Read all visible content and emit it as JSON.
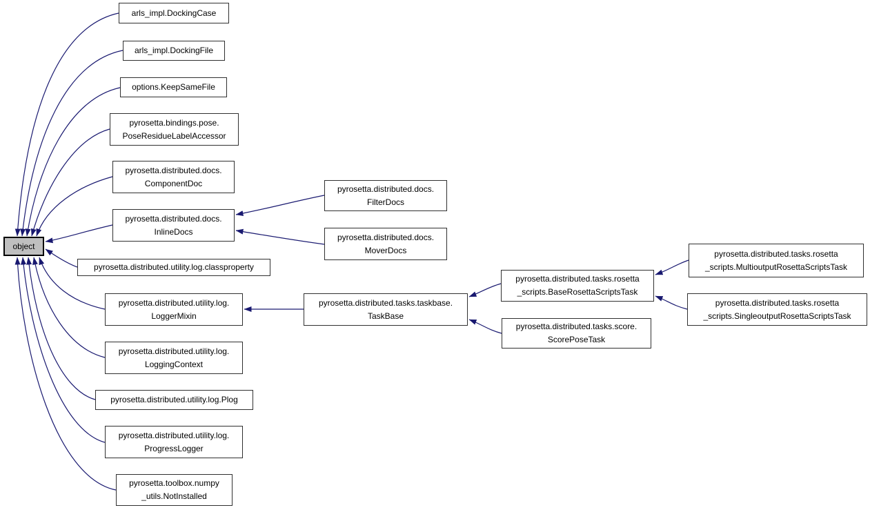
{
  "diagram": {
    "type": "inheritance-graph",
    "colors": {
      "edge_color": "#191970",
      "node_border": "#2f2f2f",
      "node_bg": "#ffffff",
      "root_bg": "#bfbfbf",
      "root_border": "#000000",
      "text_color": "#000000",
      "canvas_bg": "#ffffff"
    },
    "nodes": [
      {
        "id": "object",
        "lines": [
          "object"
        ]
      },
      {
        "id": "arls_impl.DockingCase",
        "lines": [
          "arls_impl.DockingCase"
        ]
      },
      {
        "id": "arls_impl.DockingFile",
        "lines": [
          "arls_impl.DockingFile"
        ]
      },
      {
        "id": "options.KeepSameFile",
        "lines": [
          "options.KeepSameFile"
        ]
      },
      {
        "id": "pyrosetta.bindings.pose.PoseResidueLabelAccessor",
        "lines": [
          "pyrosetta.bindings.pose.",
          "PoseResidueLabelAccessor"
        ]
      },
      {
        "id": "pyrosetta.distributed.docs.ComponentDoc",
        "lines": [
          "pyrosetta.distributed.docs.",
          "ComponentDoc"
        ]
      },
      {
        "id": "pyrosetta.distributed.docs.InlineDocs",
        "lines": [
          "pyrosetta.distributed.docs.",
          "InlineDocs"
        ]
      },
      {
        "id": "pyrosetta.distributed.utility.log.classproperty",
        "lines": [
          "pyrosetta.distributed.utility.log.classproperty"
        ]
      },
      {
        "id": "pyrosetta.distributed.utility.log.LoggerMixin",
        "lines": [
          "pyrosetta.distributed.utility.log.",
          "LoggerMixin"
        ]
      },
      {
        "id": "pyrosetta.distributed.utility.log.LoggingContext",
        "lines": [
          "pyrosetta.distributed.utility.log.",
          "LoggingContext"
        ]
      },
      {
        "id": "pyrosetta.distributed.utility.log.Plog",
        "lines": [
          "pyrosetta.distributed.utility.log.Plog"
        ]
      },
      {
        "id": "pyrosetta.distributed.utility.log.ProgressLogger",
        "lines": [
          "pyrosetta.distributed.utility.log.",
          "ProgressLogger"
        ]
      },
      {
        "id": "pyrosetta.toolbox.numpy_utils.NotInstalled",
        "lines": [
          "pyrosetta.toolbox.numpy",
          "_utils.NotInstalled"
        ]
      },
      {
        "id": "pyrosetta.distributed.docs.FilterDocs",
        "lines": [
          "pyrosetta.distributed.docs.",
          "FilterDocs"
        ]
      },
      {
        "id": "pyrosetta.distributed.docs.MoverDocs",
        "lines": [
          "pyrosetta.distributed.docs.",
          "MoverDocs"
        ]
      },
      {
        "id": "pyrosetta.distributed.tasks.taskbase.TaskBase",
        "lines": [
          "pyrosetta.distributed.tasks.taskbase.",
          "TaskBase"
        ]
      },
      {
        "id": "pyrosetta.distributed.tasks.rosetta_scripts.BaseRosettaScriptsTask",
        "lines": [
          "pyrosetta.distributed.tasks.rosetta",
          "_scripts.BaseRosettaScriptsTask"
        ]
      },
      {
        "id": "pyrosetta.distributed.tasks.score.ScorePoseTask",
        "lines": [
          "pyrosetta.distributed.tasks.score.",
          "ScorePoseTask"
        ]
      },
      {
        "id": "pyrosetta.distributed.tasks.rosetta_scripts.MultioutputRosettaScriptsTask",
        "lines": [
          "pyrosetta.distributed.tasks.rosetta",
          "_scripts.MultioutputRosettaScriptsTask"
        ]
      },
      {
        "id": "pyrosetta.distributed.tasks.rosetta_scripts.SingleoutputRosettaScriptsTask",
        "lines": [
          "pyrosetta.distributed.tasks.rosetta",
          "_scripts.SingleoutputRosettaScriptsTask"
        ]
      }
    ],
    "edges": [
      {
        "from": "arls_impl.DockingCase",
        "to": "object"
      },
      {
        "from": "arls_impl.DockingFile",
        "to": "object"
      },
      {
        "from": "options.KeepSameFile",
        "to": "object"
      },
      {
        "from": "pyrosetta.bindings.pose.PoseResidueLabelAccessor",
        "to": "object"
      },
      {
        "from": "pyrosetta.distributed.docs.ComponentDoc",
        "to": "object"
      },
      {
        "from": "pyrosetta.distributed.docs.InlineDocs",
        "to": "object"
      },
      {
        "from": "pyrosetta.distributed.utility.log.classproperty",
        "to": "object"
      },
      {
        "from": "pyrosetta.distributed.utility.log.LoggerMixin",
        "to": "object"
      },
      {
        "from": "pyrosetta.distributed.utility.log.LoggingContext",
        "to": "object"
      },
      {
        "from": "pyrosetta.distributed.utility.log.Plog",
        "to": "object"
      },
      {
        "from": "pyrosetta.distributed.utility.log.ProgressLogger",
        "to": "object"
      },
      {
        "from": "pyrosetta.toolbox.numpy_utils.NotInstalled",
        "to": "object"
      },
      {
        "from": "pyrosetta.distributed.docs.FilterDocs",
        "to": "pyrosetta.distributed.docs.InlineDocs"
      },
      {
        "from": "pyrosetta.distributed.docs.MoverDocs",
        "to": "pyrosetta.distributed.docs.InlineDocs"
      },
      {
        "from": "pyrosetta.distributed.tasks.taskbase.TaskBase",
        "to": "pyrosetta.distributed.utility.log.LoggerMixin"
      },
      {
        "from": "pyrosetta.distributed.tasks.rosetta_scripts.BaseRosettaScriptsTask",
        "to": "pyrosetta.distributed.tasks.taskbase.TaskBase"
      },
      {
        "from": "pyrosetta.distributed.tasks.score.ScorePoseTask",
        "to": "pyrosetta.distributed.tasks.taskbase.TaskBase"
      },
      {
        "from": "pyrosetta.distributed.tasks.rosetta_scripts.MultioutputRosettaScriptsTask",
        "to": "pyrosetta.distributed.tasks.rosetta_scripts.BaseRosettaScriptsTask"
      },
      {
        "from": "pyrosetta.distributed.tasks.rosetta_scripts.SingleoutputRosettaScriptsTask",
        "to": "pyrosetta.distributed.tasks.rosetta_scripts.BaseRosettaScriptsTask"
      }
    ]
  }
}
